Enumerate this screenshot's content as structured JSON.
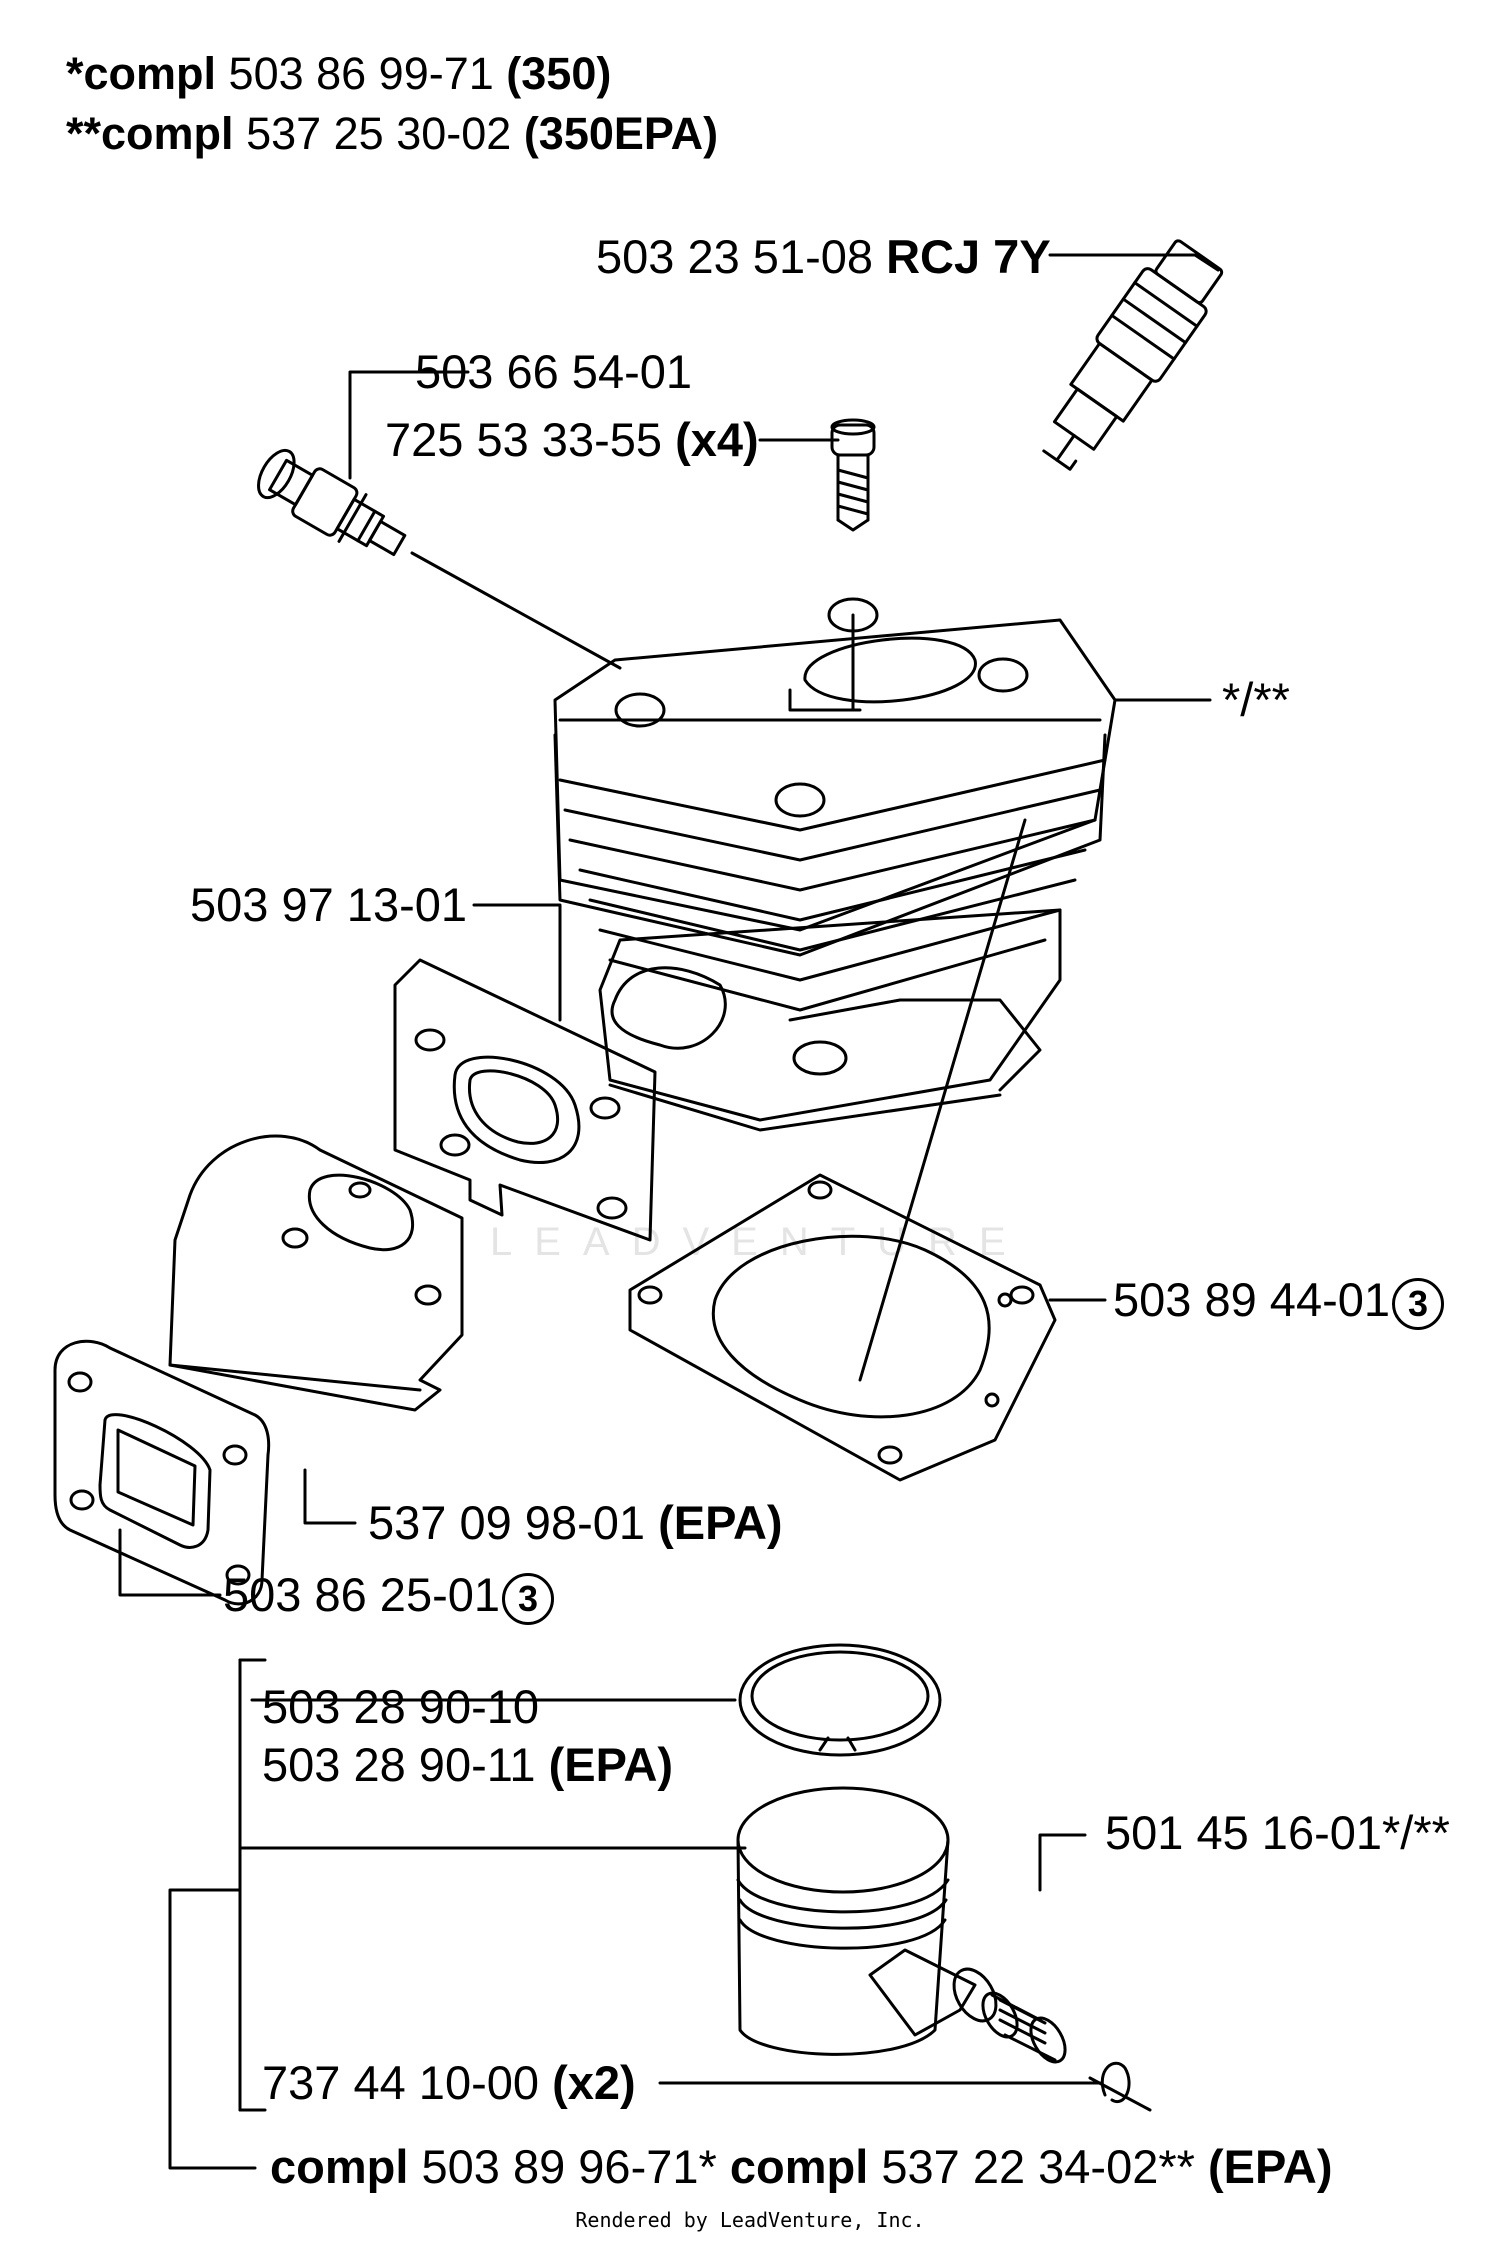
{
  "header": {
    "line1": {
      "prefix": "*compl",
      "number": "503 86 99-71",
      "model": "(350)"
    },
    "line2": {
      "prefix": "**compl",
      "number": "537 25 30-02",
      "model": "(350EPA)"
    }
  },
  "callouts": {
    "spark_plug": {
      "number": "503 23 51-08",
      "suffix": "RCJ 7Y"
    },
    "decomp_valve": {
      "number": "503 66 54-01"
    },
    "screw": {
      "number": "725 53 33-55",
      "suffix": "(x4)"
    },
    "cylinder": {
      "number": "*/**"
    },
    "gasket_plate": {
      "number": "503 97 13-01"
    },
    "base_gasket": {
      "number": "503 89 44-01",
      "badge": "3"
    },
    "heat_shield": {
      "number": "537 09 98-01",
      "suffix": "(EPA)"
    },
    "muffler_gasket": {
      "number": "503 86 25-01",
      "badge": "3"
    },
    "piston_ring_1": {
      "number": "503 28 90-10"
    },
    "piston_ring_2": {
      "number": "503 28 90-11",
      "suffix": "(EPA)"
    },
    "needle_bearing": {
      "number": "501 45 16-01*/**"
    },
    "circlip": {
      "number": "737 44 10-00",
      "suffix": "(x2)"
    },
    "piston_compl": {
      "prefix1": "compl",
      "number1": "503 89 96-71*",
      "prefix2": "compl",
      "number2": "537 22 34-02**",
      "suffix": "(EPA)"
    }
  },
  "watermark": "LEADVENTURE",
  "footer": "Rendered by LeadVenture, Inc."
}
